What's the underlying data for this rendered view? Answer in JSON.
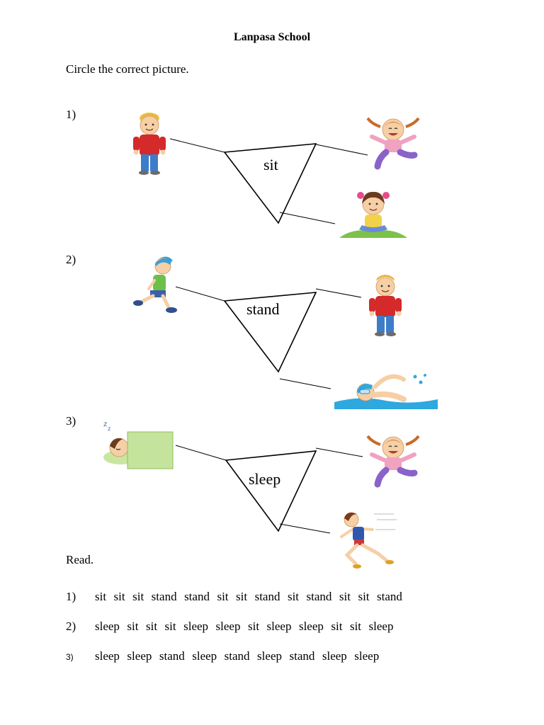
{
  "header": {
    "title": "Lanpasa School"
  },
  "section1": {
    "instruction": "Circle the correct picture.",
    "questions": [
      {
        "number": "1)",
        "word": "sit",
        "left_picture": "standing-boy-picture",
        "right_pictures": [
          "jumping-girl-picture",
          "sitting-girl-picture"
        ]
      },
      {
        "number": "2)",
        "word": "stand",
        "left_picture": "walking-boy-picture",
        "right_pictures": [
          "standing-boy-picture",
          "swimming-boy-picture"
        ]
      },
      {
        "number": "3)",
        "word": "sleep",
        "left_picture": "sleeping-boy-picture",
        "right_pictures": [
          "jumping-girl-picture",
          "running-boy-picture"
        ]
      }
    ]
  },
  "section2": {
    "instruction": "Read.",
    "rows": [
      {
        "number": "1)",
        "text": "sit  sit  sit  stand  stand  sit  sit  stand  sit  stand  sit  sit  stand"
      },
      {
        "number": "2)",
        "text": "sleep  sit  sit  sit  sleep  sleep  sit  sleep  sleep  sit  sit  sleep"
      },
      {
        "number": "3)",
        "text": "sleep  sleep  stand  sleep  stand  sleep  stand  sleep  sleep"
      }
    ]
  }
}
